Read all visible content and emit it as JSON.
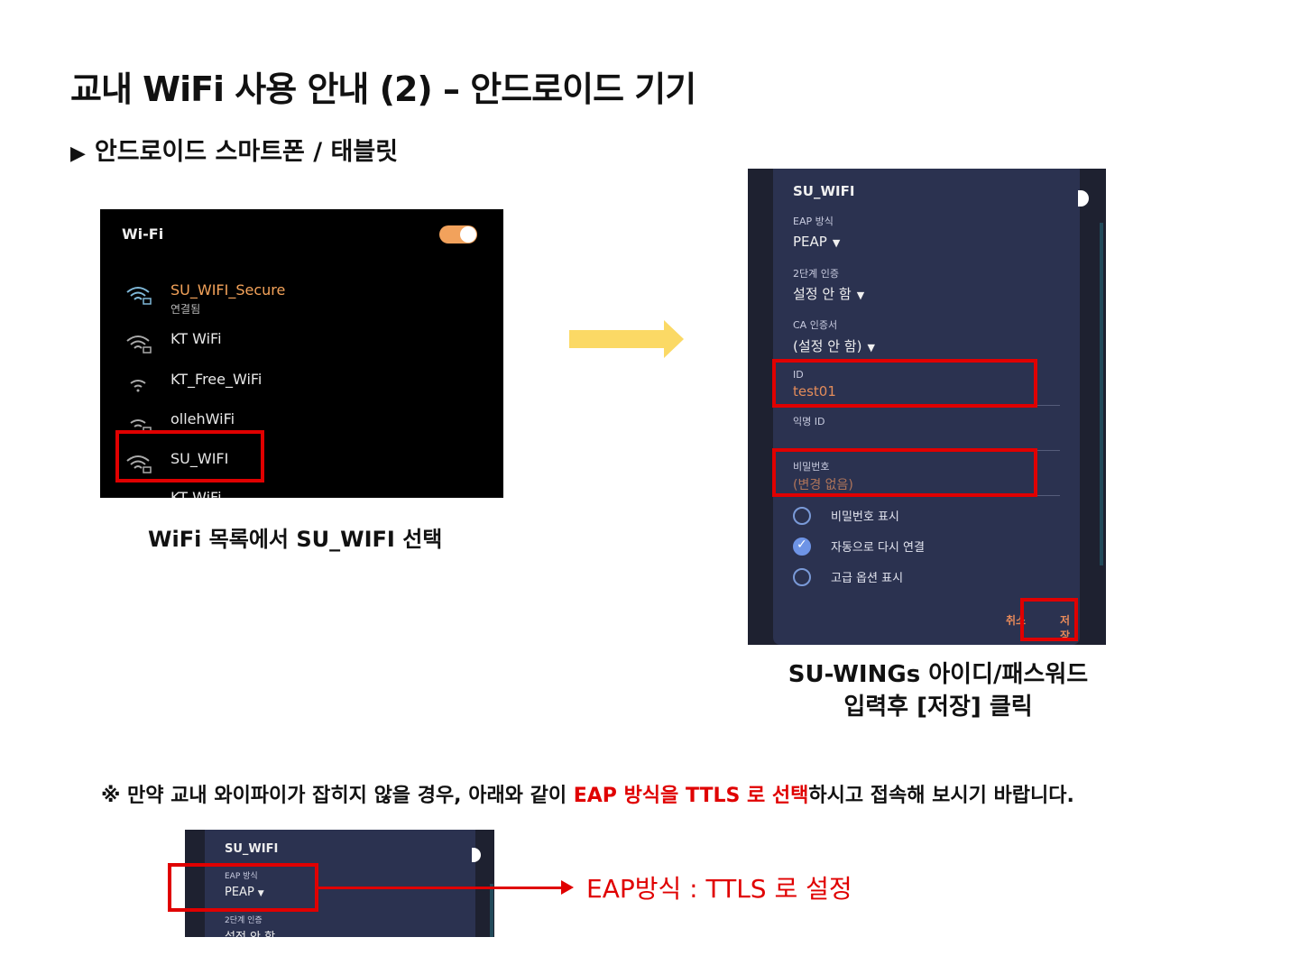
{
  "page": {
    "title": "교내 WiFi 사용 안내 (2) – 안드로이드 기기",
    "subtitle_marker": "▶",
    "subtitle": "안드로이드 스마트폰 / 태블릿"
  },
  "wifi_screen": {
    "header": "Wi-Fi",
    "toggle_on": true,
    "networks": [
      {
        "name": "SU_WIFI_Secure",
        "status": "연결됨",
        "icon": "wifi-lock-icon"
      },
      {
        "name": "KT WiFi",
        "status": "",
        "icon": "wifi-lock-icon"
      },
      {
        "name": "KT_Free_WiFi",
        "status": "",
        "icon": "wifi-icon"
      },
      {
        "name": "ollehWiFi",
        "status": "",
        "icon": "wifi-lock-icon"
      },
      {
        "name": "SU_WIFI",
        "status": "",
        "icon": "wifi-lock-icon"
      },
      {
        "name": "KT WiFi",
        "status": "",
        "icon": "wifi-icon"
      }
    ],
    "caption": "WiFi 목록에서 SU_WIFI 선택"
  },
  "dialog_screen": {
    "title": "SU_WIFI",
    "eap_label": "EAP 방식",
    "eap_value": "PEAP",
    "phase2_label": "2단계 인증",
    "phase2_value": "설정 안 함",
    "ca_label": "CA 인증서",
    "ca_value": "(설정 안 함)",
    "id_label": "ID",
    "id_value": "test01",
    "anon_label": "익명 ID",
    "password_label": "비밀번호",
    "password_value": "(변경 없음)",
    "options": [
      {
        "label": "비밀번호 표시",
        "checked": false
      },
      {
        "label": "자동으로 다시 연결",
        "checked": true
      },
      {
        "label": "고급 옵션 표시",
        "checked": false
      }
    ],
    "cancel_label": "취소",
    "save_label": "저장",
    "caption_line1": "SU-WINGs 아이디/패스워드",
    "caption_line2": "입력후 [저장] 클릭"
  },
  "notice": {
    "prefix": "※ 만약 교내 와이파이가 잡히지 않을 경우, 아래와 같이 ",
    "highlight": "EAP 방식을 TTLS 로 선택",
    "suffix": "하시고 접속해 보시기 바랍니다."
  },
  "mini_screen": {
    "title": "SU_WIFI",
    "eap_label": "EAP 방식",
    "eap_value": "PEAP",
    "phase2_label": "2단계 인증",
    "phase2_value": "설정 안 함"
  },
  "eap_note": "EAP방식 : TTLS 로 설정",
  "colors": {
    "highlight_red": "#e00000",
    "arrow_yellow": "#fbd965",
    "connected_orange": "#f4a35a",
    "dialog_bg": "#2b3250"
  }
}
